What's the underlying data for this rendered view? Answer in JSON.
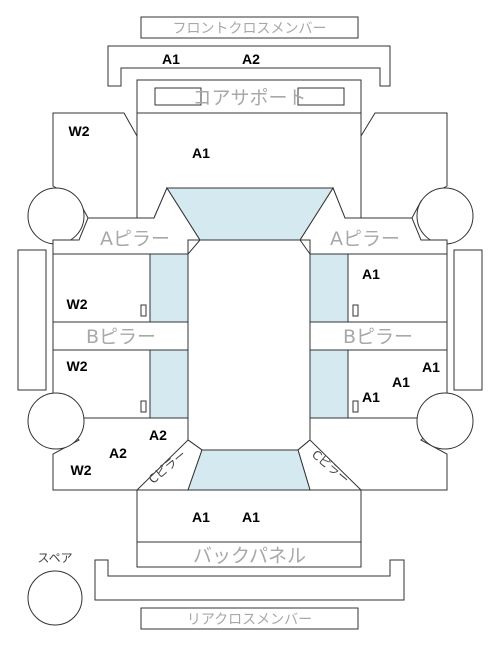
{
  "parts": {
    "front_cross_member": "フロントクロスメンバー",
    "core_support": "コアサポート",
    "a_pillar": "Aピラー",
    "b_pillar": "Bピラー",
    "back_panel": "バックパネル",
    "rear_cross_member": "リアクロスメンバー",
    "spare": "スペア",
    "rear_pillar_tag": "Cピラー"
  },
  "grades": {
    "front_member_left": "A1",
    "front_member_right": "A2",
    "front_inner_panel": "A1",
    "front_left_fender": "W2",
    "right_front_door": "A1",
    "left_front_door": "W2",
    "left_rear_door": "W2",
    "right_rear_door_a": "A1",
    "right_rear_door_b": "A1",
    "right_rear_door_c": "A1",
    "left_rear_quarter_inner": "A2",
    "left_rear_quarter_outer": "A2",
    "left_rear_quarter_bottom": "W2",
    "trunk_left": "A1",
    "trunk_right": "A1"
  },
  "colors": {
    "line": "#333333",
    "glass": "#d4e9f0",
    "label_gray": "#a8a8a8",
    "grade_text": "#000000"
  }
}
